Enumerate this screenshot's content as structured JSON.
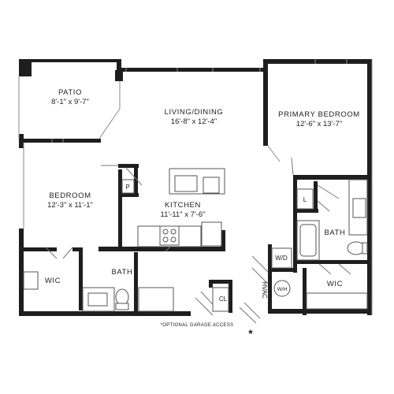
{
  "rooms": {
    "patio": {
      "name": "PATIO",
      "dim": "8'-1\" x 9'-7\""
    },
    "living": {
      "name": "LIVING/DINING",
      "dim": "16'-8\" x 12'-4\""
    },
    "primary_bedroom": {
      "name": "PRIMARY BEDROOM",
      "dim": "12'-6\" x 13'-7\""
    },
    "bedroom": {
      "name": "BEDROOM",
      "dim": "12'-3\" x 11'-1\""
    },
    "kitchen": {
      "name": "KITCHEN",
      "dim": "11'-11\" x 7'-6\""
    },
    "bath_primary": {
      "name": "BATH"
    },
    "bath_second": {
      "name": "BATH"
    },
    "wic_left": {
      "name": "WIC"
    },
    "wic_right": {
      "name": "WIC"
    }
  },
  "fixtures": {
    "pantry": "P",
    "linen": "L",
    "closet": "CL",
    "washer_dryer": "W/D",
    "water_heater": "W/H",
    "hvac": "HVAC"
  },
  "footnote": "*OPTIONAL GARAGE ACCESS",
  "asterisk": "*"
}
